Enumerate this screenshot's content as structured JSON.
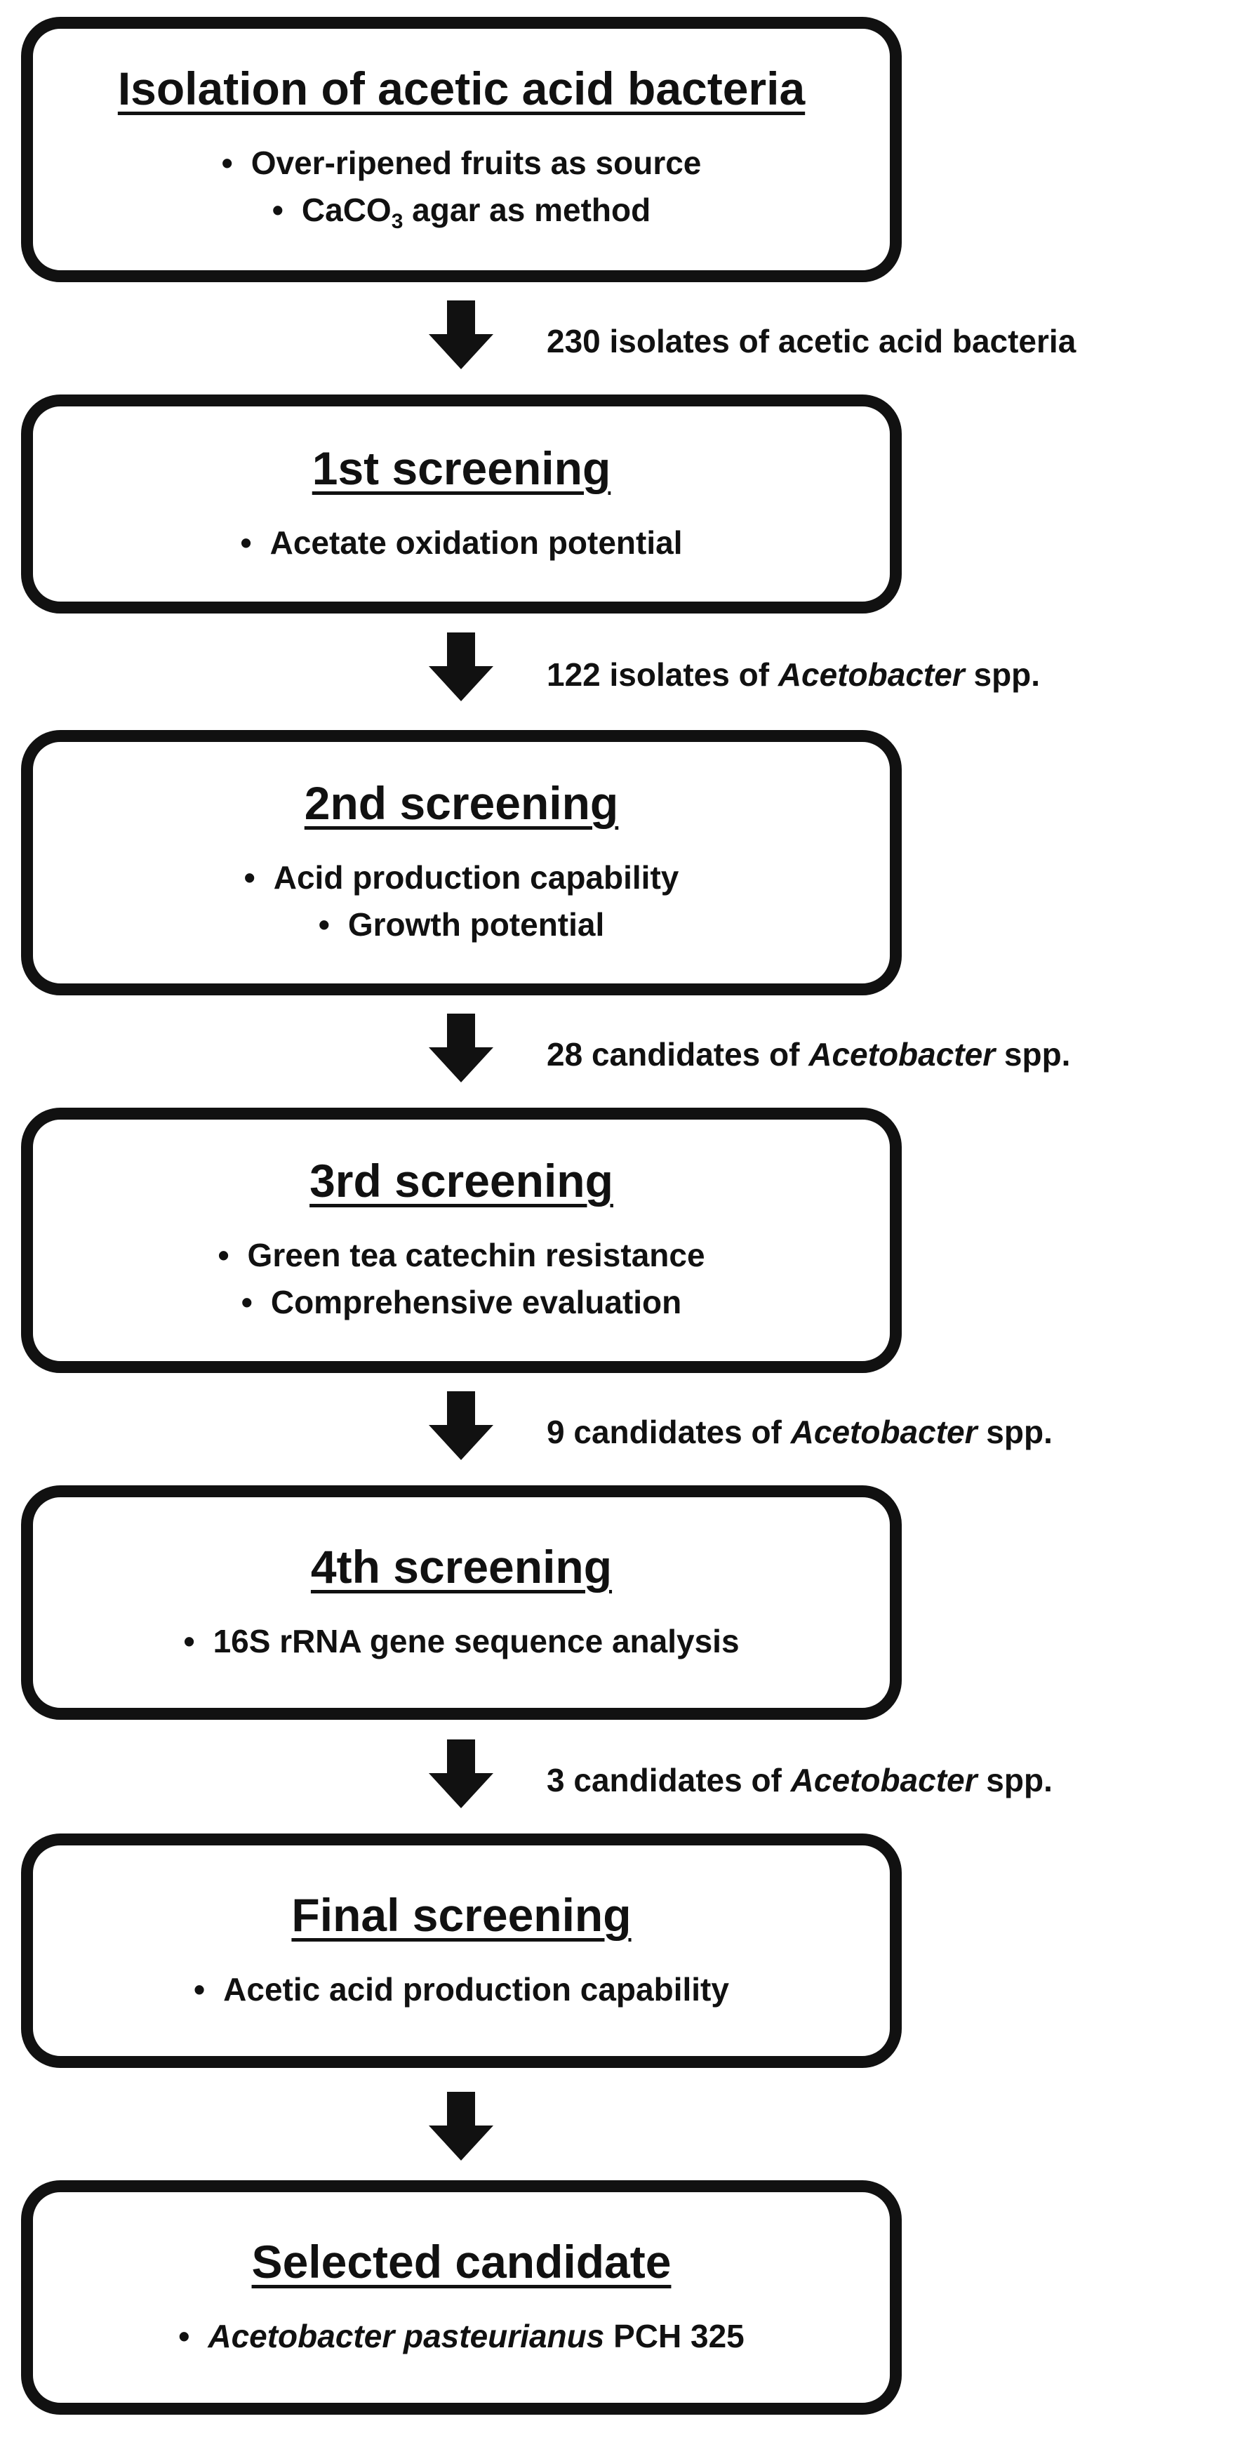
{
  "boxes": [
    {
      "title": "Isolation of acetic acid bacteria",
      "bullet_symbol": "•",
      "bullets": [
        {
          "text": "Over-ripened fruits as source"
        },
        {
          "pre": "CaCO",
          "sub": "3",
          "post": " agar as method"
        }
      ]
    },
    {
      "title": "1st screening",
      "bullet_symbol": "•",
      "bullets": [
        {
          "text": "Acetate oxidation potential"
        }
      ]
    },
    {
      "title": "2nd screening",
      "bullet_symbol": "•",
      "bullets": [
        {
          "text": "Acid production capability"
        },
        {
          "text": "Growth potential"
        }
      ]
    },
    {
      "title": "3rd screening",
      "bullet_symbol": "•",
      "bullets": [
        {
          "text": "Green tea catechin resistance"
        },
        {
          "text": "Comprehensive evaluation"
        }
      ]
    },
    {
      "title": "4th screening",
      "bullet_symbol": "•",
      "bullets": [
        {
          "text": "16S rRNA gene sequence analysis"
        }
      ]
    },
    {
      "title": "Final screening",
      "bullet_symbol": "•",
      "bullets": [
        {
          "text": "Acetic acid production capability"
        }
      ]
    },
    {
      "title": "Selected candidate",
      "bullet_symbol": "•",
      "bullets": [
        {
          "italic": "Acetobacter pasteurianus",
          "post": " PCH 325"
        }
      ]
    }
  ],
  "arrows": [
    {
      "label": "230 isolates of acetic acid bacteria"
    },
    {
      "label_pre": "122 isolates of ",
      "label_italic": "Acetobacter",
      "label_post": " spp."
    },
    {
      "label_pre": "28 candidates of ",
      "label_italic": "Acetobacter",
      "label_post": " spp."
    },
    {
      "label_pre": "9 candidates of ",
      "label_italic": "Acetobacter",
      "label_post": " spp."
    },
    {
      "label_pre": "3 candidates of ",
      "label_italic": "Acetobacter",
      "label_post": " spp."
    },
    {
      "label": ""
    }
  ],
  "colors": {
    "stroke": "#111111",
    "background": "#ffffff"
  }
}
